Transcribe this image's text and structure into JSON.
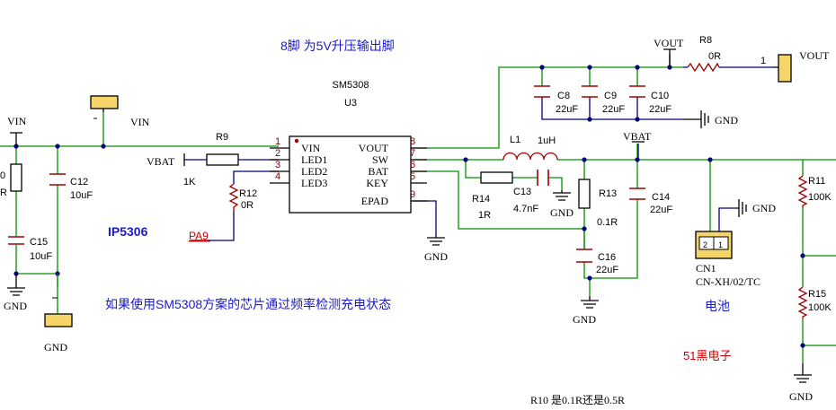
{
  "notes": {
    "top": "8脚 为5V升压输出脚",
    "sm_name": "SM5308",
    "u_ref": "U3",
    "ip5306": "IP5306",
    "bottom": "如果使用SM5308方案的芯片通过频率检测充电状态",
    "battery": "电池",
    "brand": "51黑电子",
    "r10": "R10  是0.1R还是0.5R"
  },
  "ic": {
    "left_pins": [
      {
        "num": "1",
        "name": "VIN"
      },
      {
        "num": "2",
        "name": "LED1"
      },
      {
        "num": "3",
        "name": "LED2"
      },
      {
        "num": "4",
        "name": "LED3"
      }
    ],
    "right_pins": [
      {
        "num": "8",
        "name": "VOUT"
      },
      {
        "num": "7",
        "name": "SW"
      },
      {
        "num": "6",
        "name": "BAT"
      },
      {
        "num": "5",
        "name": "KEY"
      },
      {
        "num": "9",
        "name": "EPAD"
      }
    ]
  },
  "labels": {
    "vin_left": "VIN",
    "vin_right": "VIN",
    "vbat_left": "VBAT",
    "vbat_top": "VBAT",
    "vout_top": "VOUT",
    "vout_right": "VOUT",
    "gnd": "GND",
    "pa9": "PA9",
    "pin1": "1",
    "left_cut_r": "R",
    "left_cut_0": "0"
  },
  "components": {
    "r9": {
      "ref": "R9",
      "val": "1K"
    },
    "r12": {
      "ref": "R12",
      "val": "0R"
    },
    "r8": {
      "ref": "R8",
      "val": "0R"
    },
    "r14": {
      "ref": "R14",
      "val": "1R"
    },
    "r13": {
      "ref": "R13",
      "val": "0.1R"
    },
    "r11": {
      "ref": "R11",
      "val": "100K"
    },
    "r15": {
      "ref": "R15",
      "val": "100K"
    },
    "l1": {
      "ref": "L1",
      "val": "1uH"
    },
    "c8": {
      "ref": "C8",
      "val": "22uF"
    },
    "c9": {
      "ref": "C9",
      "val": "22uF"
    },
    "c10": {
      "ref": "C10",
      "val": "22uF"
    },
    "c12": {
      "ref": "C12",
      "val": "10uF"
    },
    "c13": {
      "ref": "C13",
      "val": "4.7nF"
    },
    "c14": {
      "ref": "C14",
      "val": "22uF"
    },
    "c15": {
      "ref": "C15",
      "val": "10uF"
    },
    "c16": {
      "ref": "C16",
      "val": "22uF"
    },
    "cn1": {
      "ref": "CN1",
      "val": "CN-XH/02/TC",
      "pin1": "1",
      "pin2": "2"
    }
  },
  "colors": {
    "wire_green": "#009000",
    "wire_blue": "#000080",
    "part_red": "#a00000",
    "note_blue": "#1a1acc",
    "note_red": "#d00000"
  }
}
